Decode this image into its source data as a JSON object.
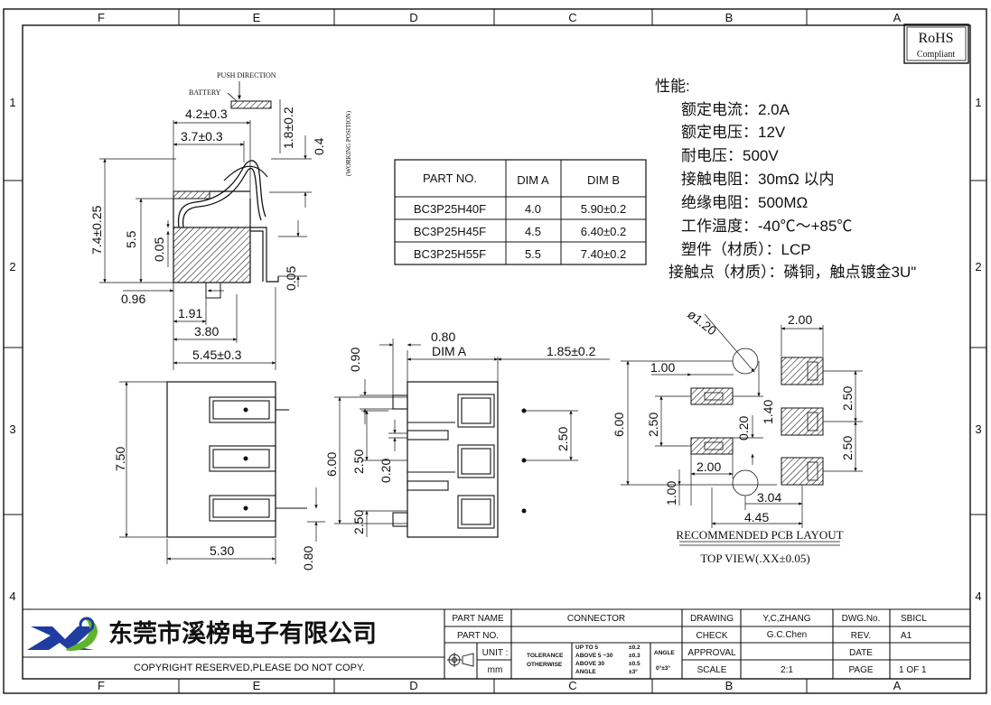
{
  "frame": {
    "columns": [
      "F",
      "E",
      "D",
      "C",
      "B",
      "A"
    ],
    "rows": [
      "1",
      "2",
      "3",
      "4"
    ]
  },
  "rohs": {
    "title": "RoHS",
    "subtitle": "Compliant"
  },
  "side_view": {
    "push_direction": "PUSH DIRECTION",
    "battery": "BATTERY",
    "working_position": "(WORKING POSITION)",
    "dims": {
      "d_4_2": "4.2±0.3",
      "d_3_7": "3.7±0.3",
      "d_1_8": "1.8±0.2",
      "d_0_4": "0.4",
      "d_7_4": "7.4±0.25",
      "d_5_5": "5.5",
      "d_0_05_a": "0.05",
      "d_0_05_b": "0.05",
      "d_0_96": "0.96",
      "d_1_91": "1.91",
      "d_3_80": "3.80",
      "d_5_45": "5.45±0.3"
    }
  },
  "part_table": {
    "headers": [
      "PART NO.",
      "DIM A",
      "DIM B"
    ],
    "rows": [
      [
        "BC3P25H40F",
        "4.0",
        "5.90±0.2"
      ],
      [
        "BC3P25H45F",
        "4.5",
        "6.40±0.2"
      ],
      [
        "BC3P25H55F",
        "5.5",
        "7.40±0.2"
      ]
    ]
  },
  "specs": {
    "title": "性能:",
    "items": [
      "额定电流：2.0A",
      "额定电压：12V",
      "耐电压：500V",
      "接触电阻：30mΩ 以内",
      "绝缘电阻：500MΩ",
      "工作温度：-40℃～+85℃",
      "塑件（材质）：LCP",
      "接触点（材质）：磷铜，触点镀金3U\""
    ]
  },
  "left_view": {
    "d_7_50": "7.50",
    "d_5_30": "5.30",
    "d_0_80": "0.80"
  },
  "front_view": {
    "d_0_80": "0.80",
    "dim_a": "DIM A",
    "d_1_85": "1.85±0.2",
    "d_0_90": "0.90",
    "d_6_00": "6.00",
    "d_2_50_a": "2.50",
    "d_0_20": "0.20",
    "d_2_50_b": "2.50",
    "d_2_50_c": "2.50"
  },
  "pcb": {
    "d_dia": "ø1.20",
    "d_2_00_top": "2.00",
    "d_1_00": "1.00",
    "d_6_00": "6.00",
    "d_2_50_l": "2.50",
    "d_1_40": "1.40",
    "d_0_20": "0.20",
    "d_2_50_r1": "2.50",
    "d_2_50_r2": "2.50",
    "d_2_00_mid": "2.00",
    "d_1_00_b": "1.00",
    "d_3_04": "3.04",
    "d_4_45": "4.45",
    "title": "RECOMMENDED PCB LAYOUT",
    "subtitle": "TOP VIEW(.XX±0.05)"
  },
  "title_block": {
    "company": "东莞市溪榜电子有限公司",
    "copyright": "COPYRIGHT RESERVED,PLEASE DO NOT COPY.",
    "part_name_label": "PART NAME",
    "part_name": "CONNECTOR",
    "part_no_label": "PART NO.",
    "unit_label": "UNIT :",
    "unit": "mm",
    "tolerance_label": "TOLERANCE",
    "otherwise_label": "OTHERWISE",
    "tol_rows": [
      [
        "UP TO 5",
        "±0.2"
      ],
      [
        "ABOVE 5 ~30",
        "±0.3"
      ],
      [
        "ABOVE 30",
        "±0.5"
      ],
      [
        "ANGLE",
        "±3°"
      ]
    ],
    "angle_label": "ANGLE",
    "angle_value": "0°±3°",
    "drawing_label": "DRAWING",
    "drawing": "Y,C,ZHANG",
    "check_label": "CHECK",
    "check": "G.C.Chen",
    "approval_label": "APPROVAL",
    "scale_label": "SCALE",
    "scale": "2:1",
    "dwg_label": "DWG.No.",
    "dwg": "SBICL",
    "rev_label": "REV.",
    "rev": "A1",
    "date_label": "DATE",
    "page_label": "PAGE",
    "page": "1 OF 1"
  }
}
